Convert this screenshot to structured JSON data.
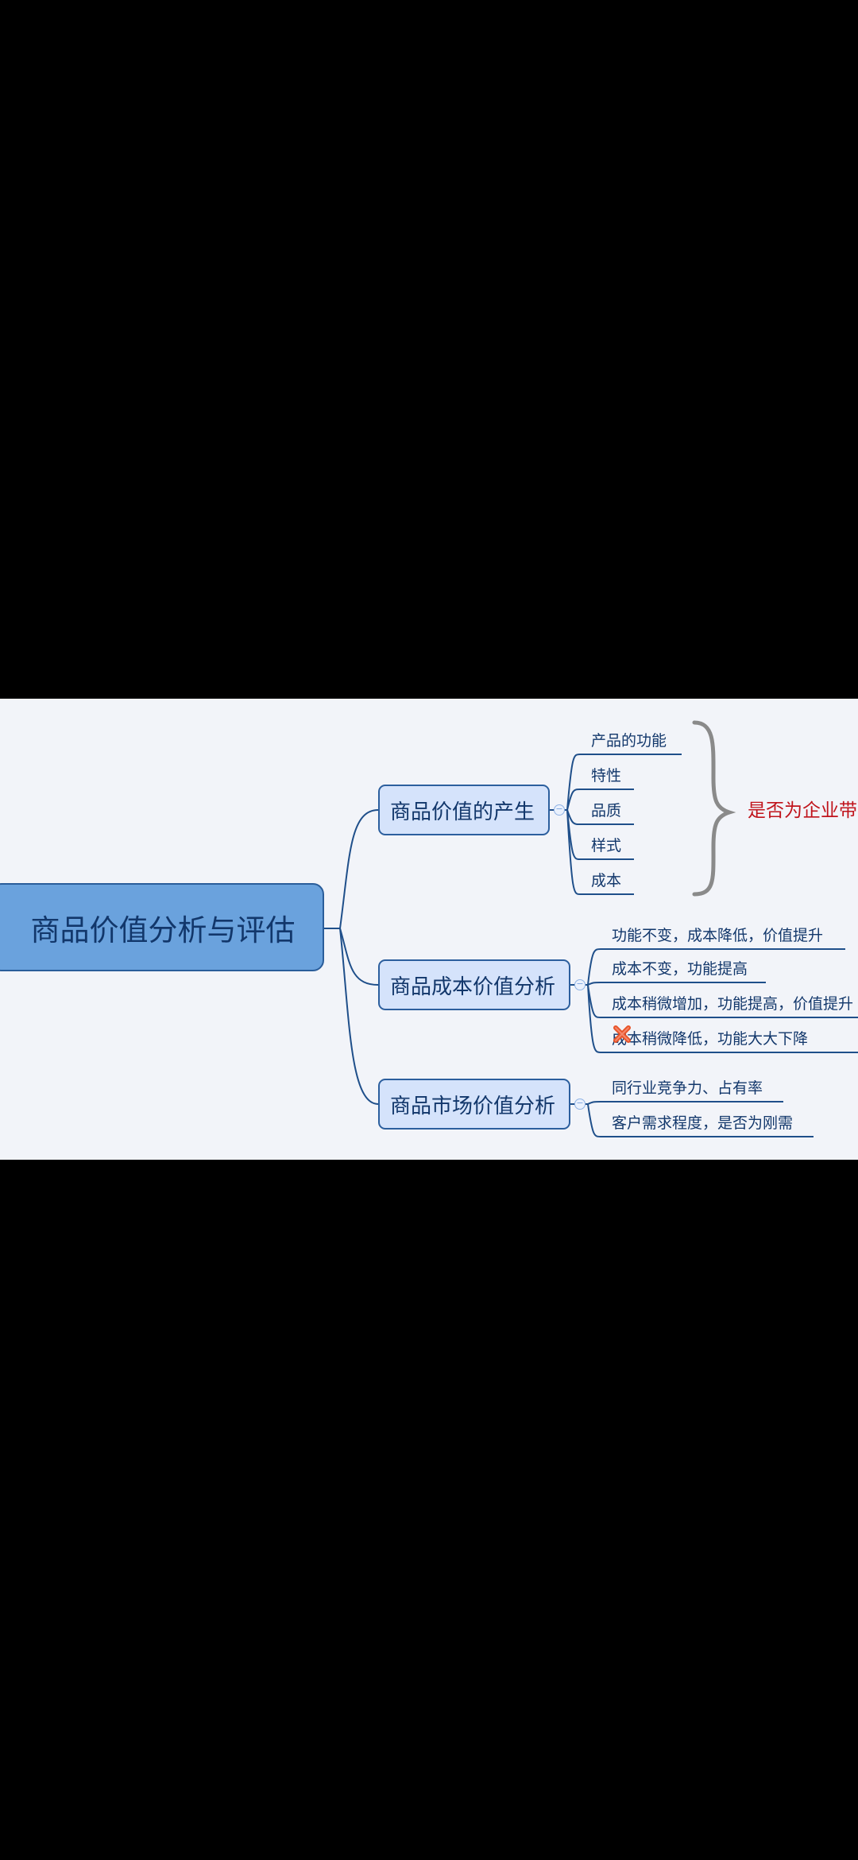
{
  "colors": {
    "background_outside": "#000000",
    "canvas": "#f2f4f9",
    "root_fill": "#6aa2dd",
    "branch_fill": "#d5e3fb",
    "line": "#1f4f8a",
    "text": "#12376b",
    "annotation": "#c0131b",
    "brace": "#8a8a8a",
    "cross_icon": "#e8542a"
  },
  "mindmap": {
    "root": {
      "label": "商品价值分析与评估"
    },
    "branches": [
      {
        "label": "商品价值的产生",
        "children": [
          "产品的功能",
          "特性",
          "品质",
          "样式",
          "成本"
        ],
        "annotation": "是否为企业带"
      },
      {
        "label": "商品成本价值分析",
        "children": [
          {
            "label": "功能不变，成本降低，价值提升",
            "icon": ""
          },
          {
            "label": "成本不变，功能提高",
            "icon": ""
          },
          {
            "label": "成本稍微增加，功能提高，价值提升",
            "icon": ""
          },
          {
            "label": "成本稍微降低，功能大大下降",
            "icon": "cross-icon"
          }
        ]
      },
      {
        "label": "商品市场价值分析",
        "children": [
          "同行业竞争力、占有率",
          "客户需求程度，是否为刚需"
        ]
      }
    ]
  }
}
